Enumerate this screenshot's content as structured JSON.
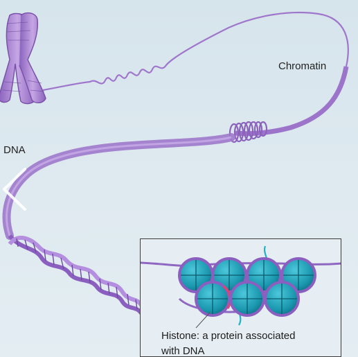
{
  "labels": {
    "chromatin": "Chromatin",
    "dna": "DNA"
  },
  "inset": {
    "caption_line1": "Histone: a protein associated",
    "caption_line2": "with DNA"
  },
  "colors": {
    "strand": "#a97fd0",
    "strand_dark": "#7d55ad",
    "histone": "#1e9fb5",
    "histone_dark": "#0f6f86",
    "accent_tail": "#1fb3c4",
    "highlight": "#e0436d"
  },
  "icons": {
    "previous": "chevron-left-icon"
  }
}
